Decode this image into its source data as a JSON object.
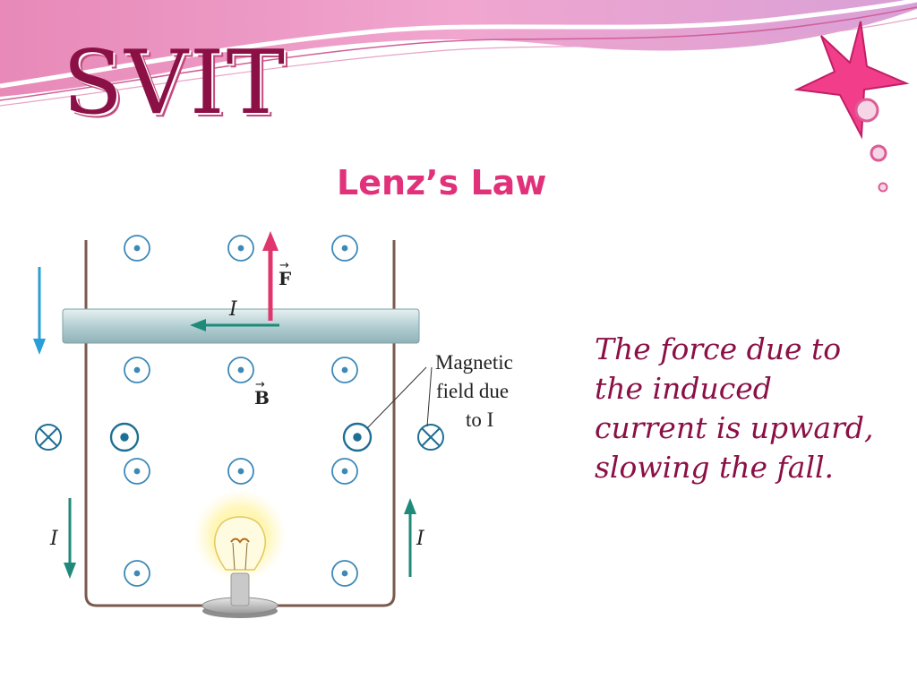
{
  "slide": {
    "logo_text": "SVIT",
    "title": "Lenz’s Law",
    "body_text": "The force due to the induced current is upward, slowing the fall."
  },
  "diagram": {
    "labels": {
      "force_vector": "F",
      "field_vector": "B",
      "current_rod": "I",
      "current_left": "I",
      "current_right": "I",
      "magnetic_line1": "Magnetic",
      "magnetic_line2": "field due",
      "magnetic_line3": "to I"
    }
  },
  "colors": {
    "logo": "#8a1046",
    "title": "#e0317a",
    "body_text": "#8a1046",
    "accent_pink": "#e0317a",
    "force_arrow": "#e0366e",
    "current_arrow": "#1f8a7a",
    "motion_arrow": "#2a9fd6",
    "field_symbol": "#3d89b8",
    "rail": "#7a5a4e"
  },
  "icons": [
    "star-icon",
    "bubble-icon",
    "light-bulb-icon",
    "field-out-icon",
    "field-in-icon"
  ]
}
